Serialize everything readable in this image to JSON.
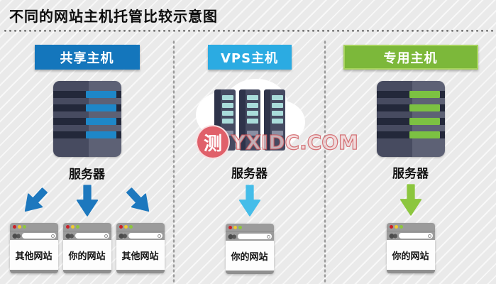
{
  "page": {
    "title": "不同的网站主机托管比较示意图"
  },
  "columns": [
    {
      "id": "shared",
      "header": "共享主机",
      "server_label": "服务器",
      "arrow_count": 3,
      "sites": [
        "其他网站",
        "你的网站",
        "其他网站"
      ]
    },
    {
      "id": "vps",
      "header": "VPS主机",
      "server_label": "服务器",
      "arrow_count": 1,
      "sites": [
        "你的网站"
      ]
    },
    {
      "id": "dedicated",
      "header": "专用主机",
      "server_label": "服务器",
      "arrow_count": 1,
      "sites": [
        "你的网站"
      ]
    }
  ],
  "watermark": {
    "badge": "测",
    "text": "YXIDC.COM"
  },
  "colors": {
    "header-shared": "#1476bc",
    "header-vps": "#2babe2",
    "header-dedicated": "#7cb83a",
    "arrow-shared": "#1d78be",
    "arrow-vps": "#45bde9",
    "arrow-dedicated": "#8cc63e",
    "server-bar-blue": "#1e87c8",
    "server-bar-green": "#7cc142",
    "mini-bar-teal": "#a9dcda",
    "watermark-red": "#e0606a"
  }
}
